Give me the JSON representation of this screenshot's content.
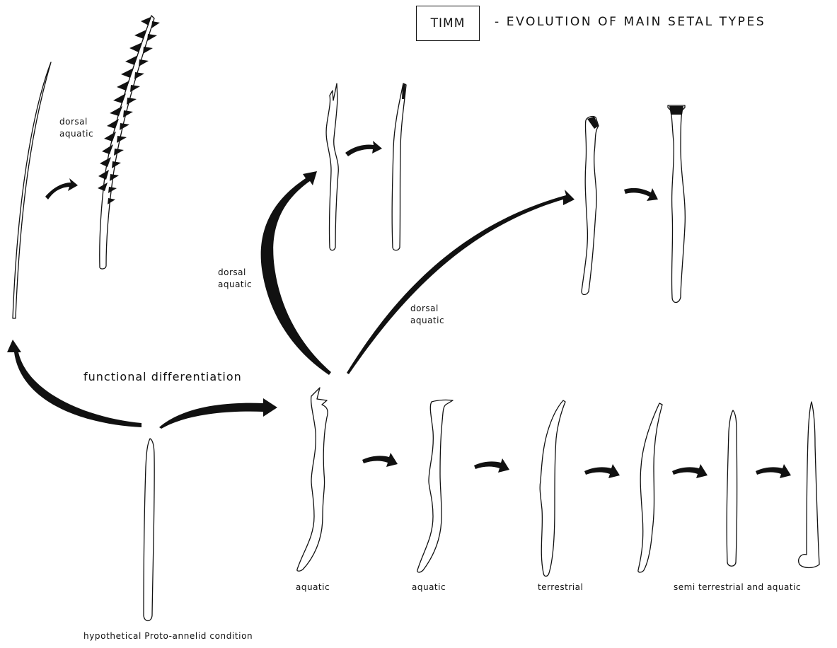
{
  "header": {
    "box_label": "TIMM",
    "title": "- EVOLUTION OF MAIN SETAL TYPES"
  },
  "labels": {
    "dorsal_aquatic_1": [
      "dorsal",
      "aquatic"
    ],
    "dorsal_aquatic_2": [
      "dorsal",
      "aquatic"
    ],
    "dorsal_aquatic_3": [
      "dorsal",
      "aquatic"
    ],
    "functional_differentiation": "functional differentiation",
    "hypothetical": "hypothetical Proto-annelid condition",
    "bottom_row": [
      "aquatic",
      "aquatic",
      "terrestrial",
      "semi terrestrial and aquatic"
    ]
  },
  "colors": {
    "ink": "#111111",
    "background": "#ffffff"
  }
}
